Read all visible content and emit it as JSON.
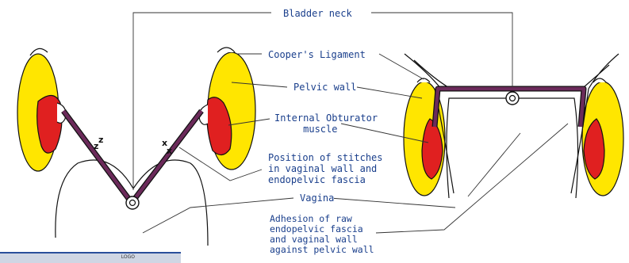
{
  "labels": {
    "bladder_neck": "Bladder neck",
    "coopers_ligament": "Cooper's Ligament",
    "pelvic_wall": "Pelvic wall",
    "internal_obturator": "Internal Obturator\n     muscle",
    "stitches": "Position of stitches\nin vaginal wall and\nendopelvic fascia",
    "vagina": "Vagina",
    "adhesion": "Adhesion of raw\nendopelvic fascia\nand vaginal wall\nagainst pelvic wall"
  },
  "stitch_marks": {
    "left": "z",
    "right": "x"
  },
  "corner_caption": "LOGO",
  "colors": {
    "bone_yellow": "#FFE600",
    "muscle_red": "#E02020",
    "fascia_purple": "#6B2A5A",
    "label_blue": "#1A3F8C",
    "outline": "#111111"
  }
}
